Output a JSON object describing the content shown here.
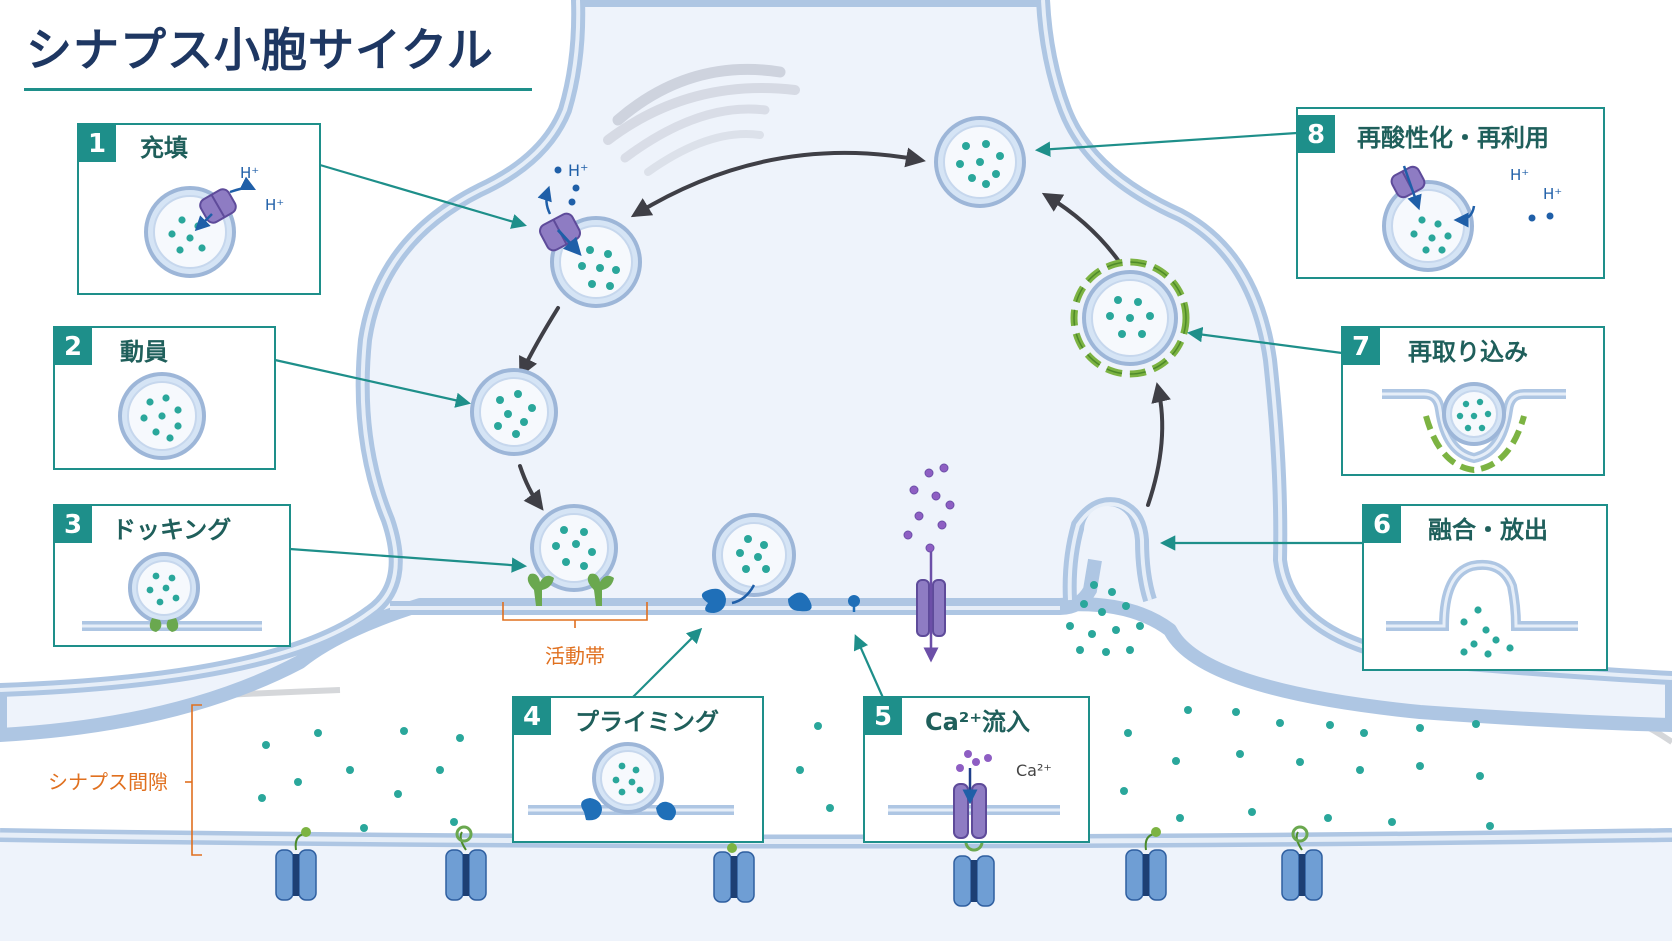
{
  "title": "シナプス小胞サイクル",
  "steps": [
    {
      "num": "1",
      "label": "充填"
    },
    {
      "num": "2",
      "label": "動員"
    },
    {
      "num": "3",
      "label": "ドッキング"
    },
    {
      "num": "4",
      "label": "プライミング"
    },
    {
      "num": "5",
      "label": "Ca²⁺流入"
    },
    {
      "num": "6",
      "label": "融合・放出"
    },
    {
      "num": "7",
      "label": "再取り込み"
    },
    {
      "num": "8",
      "label": "再酸性化・再利用"
    }
  ],
  "annotations": {
    "active_zone": "活動帯",
    "synaptic_cleft": "シナプス間隙",
    "proton": "H⁺",
    "calcium": "Ca²⁺"
  },
  "colors": {
    "accent": "#1e8f8a",
    "title": "#1e3762",
    "annotation": "#e0701f",
    "vesicle_content": "#2aa79b",
    "proton_pump": "#8e7cc3",
    "snare": "#6aa84f",
    "synaptotagmin": "#1f6fb8",
    "clathrin_coat": "#7cb342",
    "membrane": "#aec6e3",
    "cytoplasm": "#eef3fb"
  }
}
